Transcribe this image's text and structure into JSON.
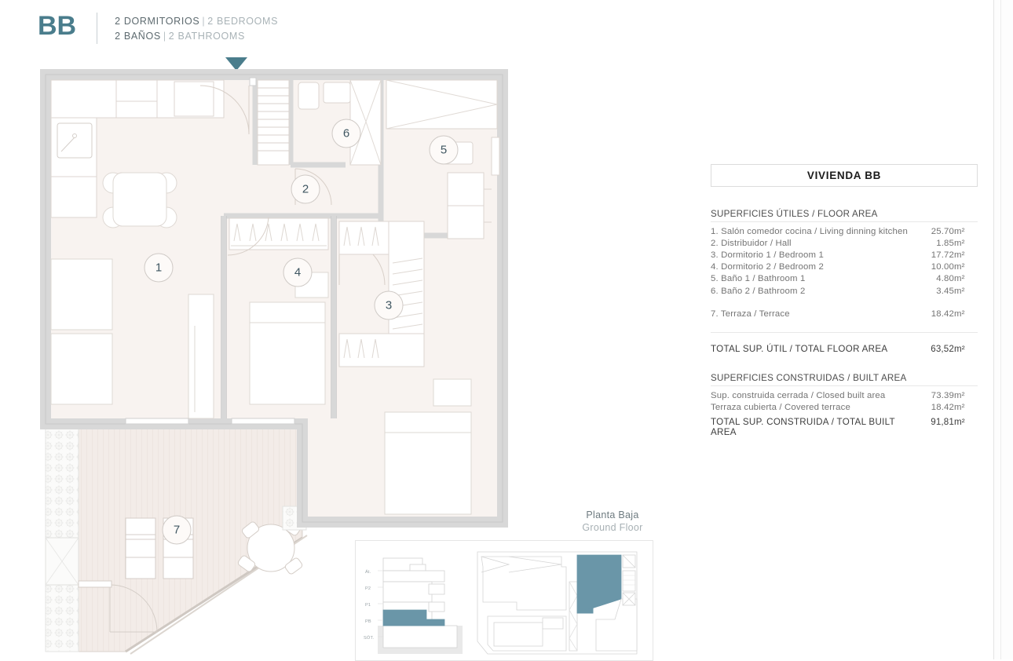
{
  "header": {
    "code": "BB",
    "line1_es": "2 DORMITORIOS",
    "line1_en": "2 BEDROOMS",
    "line2_es": "2 BAÑOS",
    "line2_en": "2 BATHROOMS",
    "separator": "|"
  },
  "floorplan": {
    "caption_es": "Planta Baja",
    "caption_en": "Ground Floor",
    "room_markers": [
      {
        "id": "1",
        "label": "1"
      },
      {
        "id": "2",
        "label": "2"
      },
      {
        "id": "3",
        "label": "3"
      },
      {
        "id": "4",
        "label": "4"
      },
      {
        "id": "5",
        "label": "5"
      },
      {
        "id": "6",
        "label": "6"
      },
      {
        "id": "7",
        "label": "7"
      }
    ]
  },
  "keyplan": {
    "levels": [
      "Át.",
      "P2",
      "P1",
      "PB",
      "SÓT."
    ],
    "highlight_level": "PB"
  },
  "spec": {
    "title": "VIVIENDA BB",
    "section_floor_area": "SUPERFICIES ÚTILES / FLOOR AREA",
    "section_built_area": "SUPERFICIES CONSTRUIDAS / BUILT AREA",
    "unit": "m²",
    "floor_area_rows": [
      {
        "label": "1. Salón comedor cocina / Living dinning kitchen",
        "value": "25.70",
        "unit": "m²"
      },
      {
        "label": "2. Distribuidor / Hall",
        "value": "1.85",
        "unit": "m²"
      },
      {
        "label": "3. Dormitorio 1 / Bedroom 1",
        "value": "17.72",
        "unit": "m²"
      },
      {
        "label": "4. Dormitorio 2 / Bedroom 2",
        "value": "10.00",
        "unit": "m²"
      },
      {
        "label": "5. Baño 1 / Bathroom 1",
        "value": "4.80",
        "unit": "m²"
      },
      {
        "label": "6. Baño 2 / Bathroom 2",
        "value": "3.45",
        "unit": "m²"
      }
    ],
    "terrace_row": {
      "label": "7. Terraza / Terrace",
      "value": "18.42",
      "unit": "m²"
    },
    "total_floor_area": {
      "label": "TOTAL SUP. ÚTIL / TOTAL FLOOR AREA",
      "value": "63,52",
      "unit": "m²"
    },
    "built_area_rows": [
      {
        "label": "Sup. construida cerrada / Closed built area",
        "value": "73.39",
        "unit": "m²"
      },
      {
        "label": "Terraza cubierta / Covered terrace",
        "value": "18.42",
        "unit": "m²"
      }
    ],
    "total_built_area": {
      "label": "TOTAL SUP. CONSTRUIDA /  TOTAL BUILT AREA",
      "value": "91,81",
      "unit": "m²"
    }
  },
  "colors": {
    "accent_teal": "#4a7d8c",
    "keyplan_highlight": "#6a96a8",
    "wall_gray": "#d8d8d8",
    "floor_fill": "#f8f3f0",
    "text_gray": "#747474"
  }
}
